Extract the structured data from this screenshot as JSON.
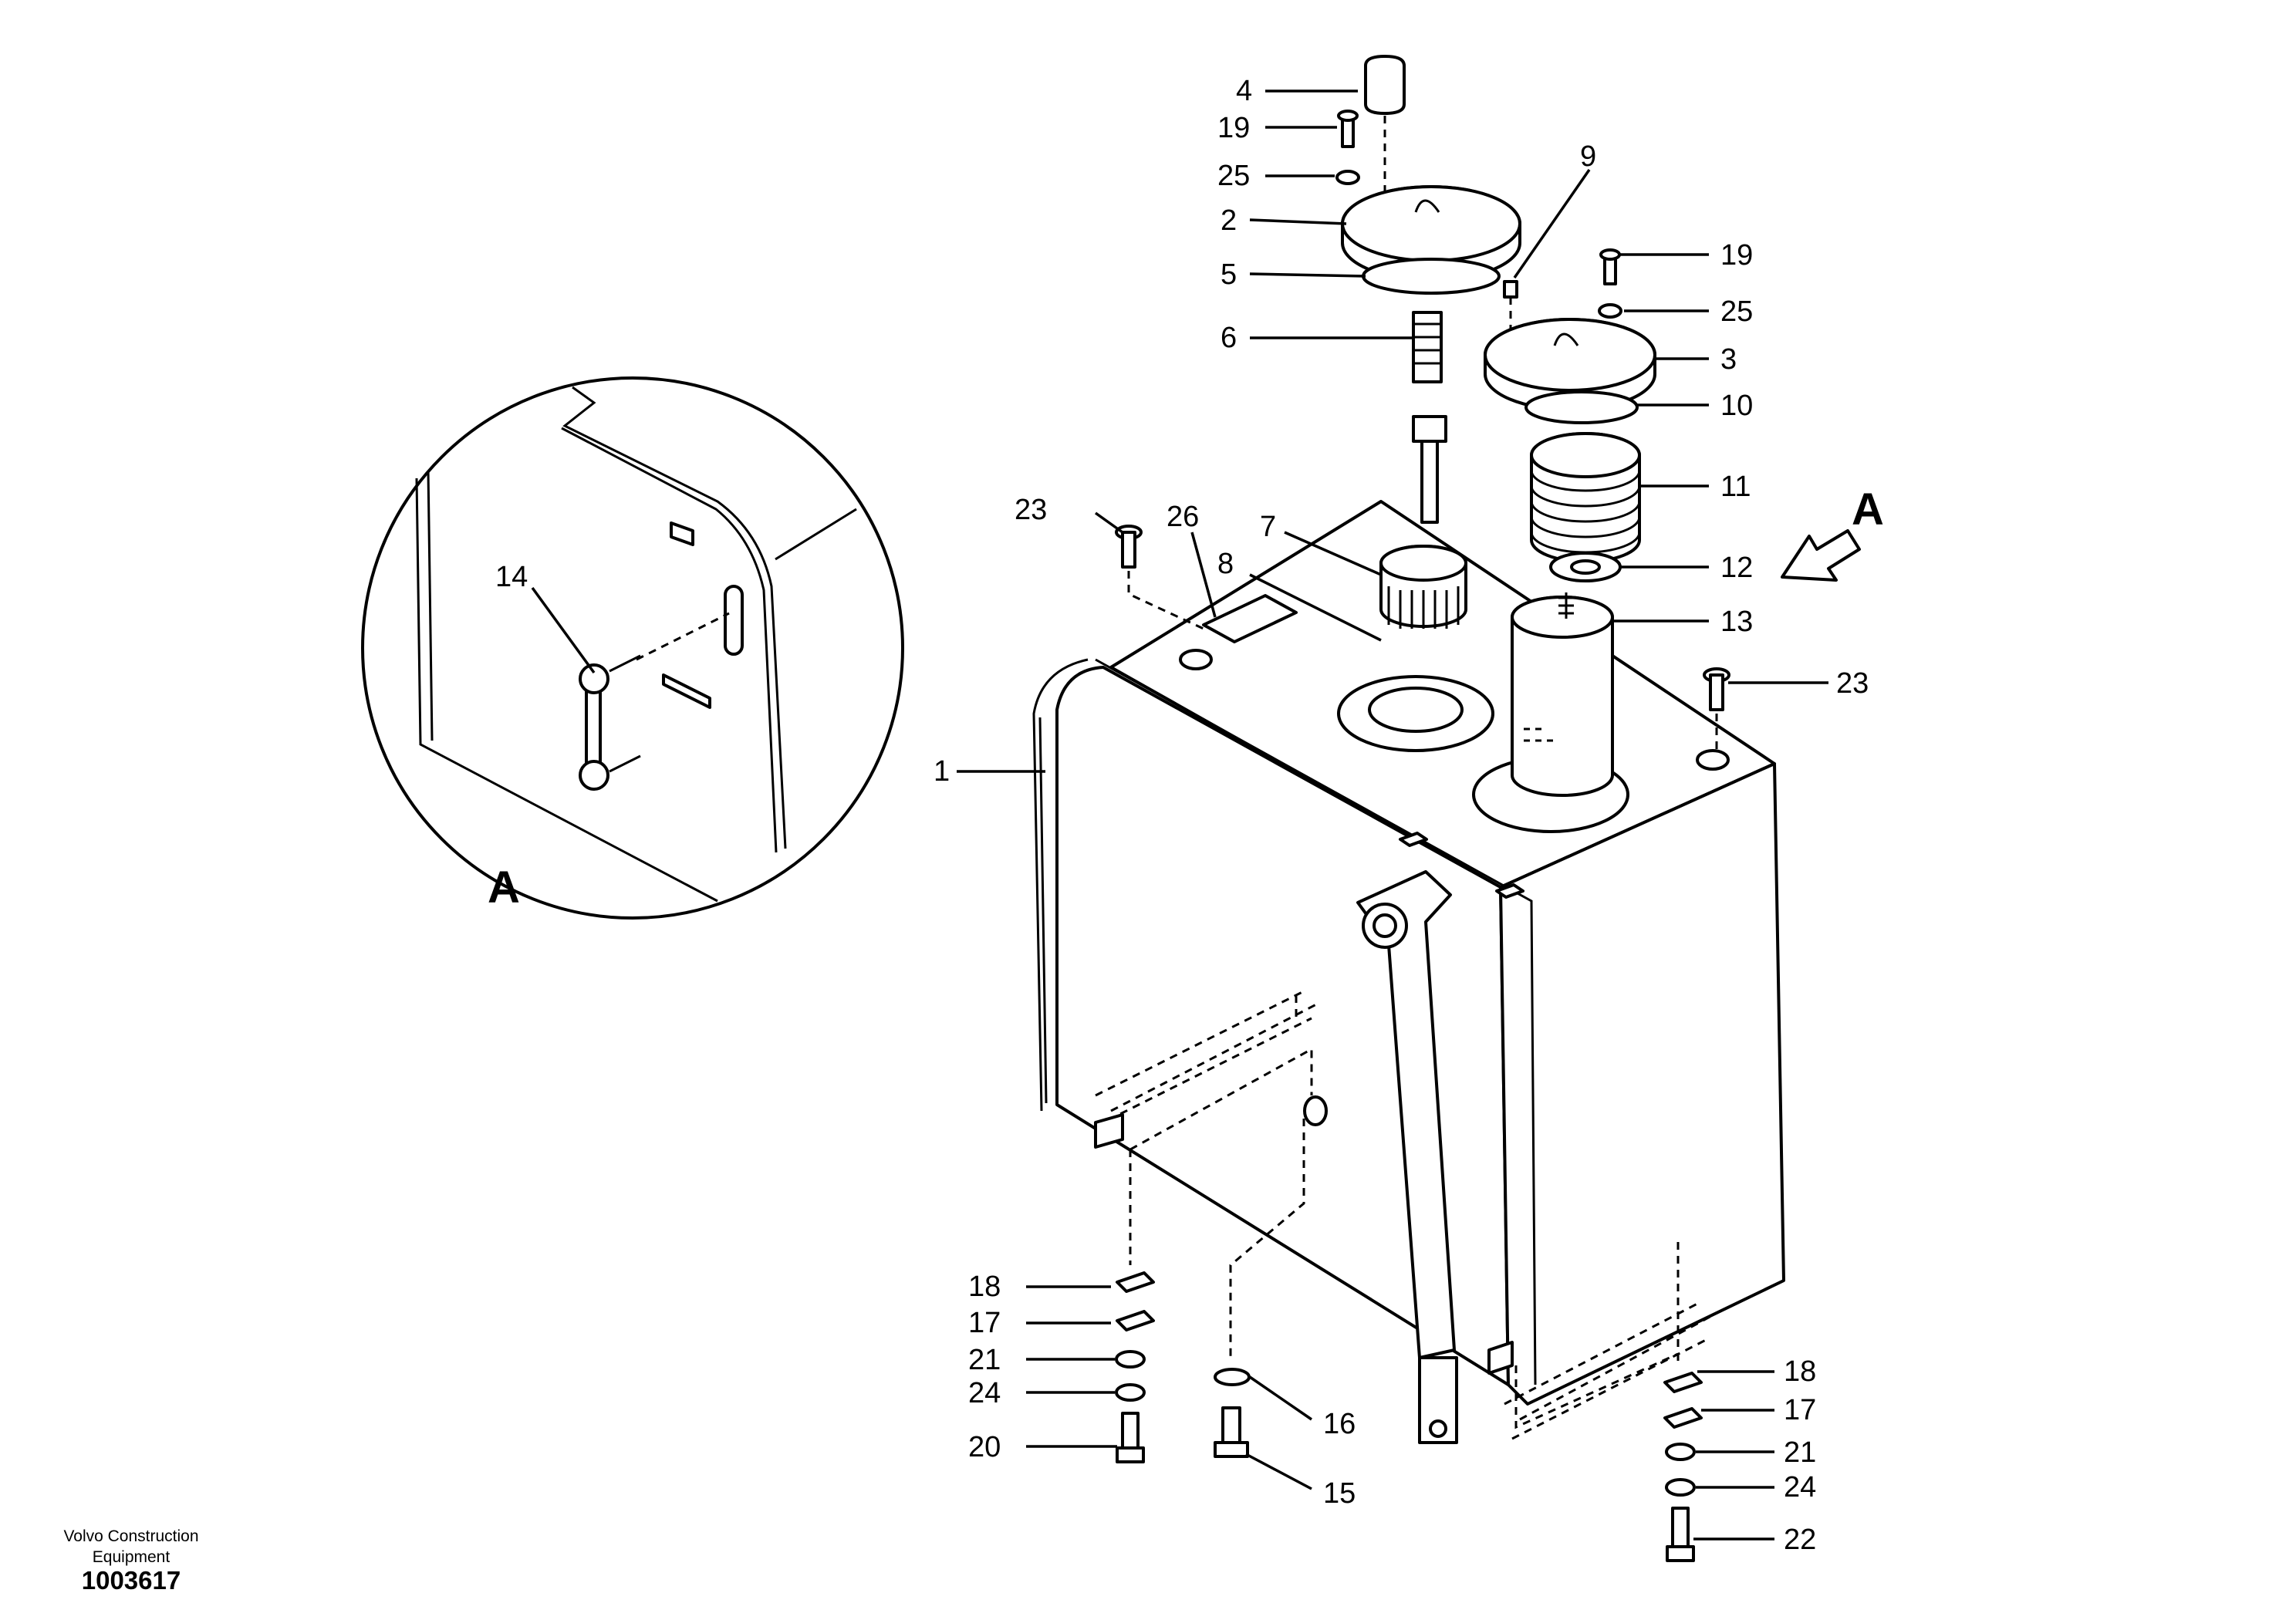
{
  "footer": {
    "maker_line1": "Volvo Construction",
    "maker_line2": "Equipment",
    "doc_number": "1003617"
  },
  "view_markers": {
    "main_arrow": "A",
    "detail_label": "A"
  },
  "callouts": {
    "c1": "1",
    "c2": "2",
    "c3": "3",
    "c4": "4",
    "c5": "5",
    "c6": "6",
    "c7": "7",
    "c8": "8",
    "c9": "9",
    "c10": "10",
    "c11": "11",
    "c12": "12",
    "c13": "13",
    "c14": "14",
    "c15": "15",
    "c16": "16",
    "c17": "17",
    "c17b": "17",
    "c18": "18",
    "c18b": "18",
    "c19": "19",
    "c19b": "19",
    "c20": "20",
    "c21": "21",
    "c21b": "21",
    "c22": "22",
    "c23": "23",
    "c23b": "23",
    "c24": "24",
    "c24b": "24",
    "c25": "25",
    "c25b": "25",
    "c26": "26"
  }
}
